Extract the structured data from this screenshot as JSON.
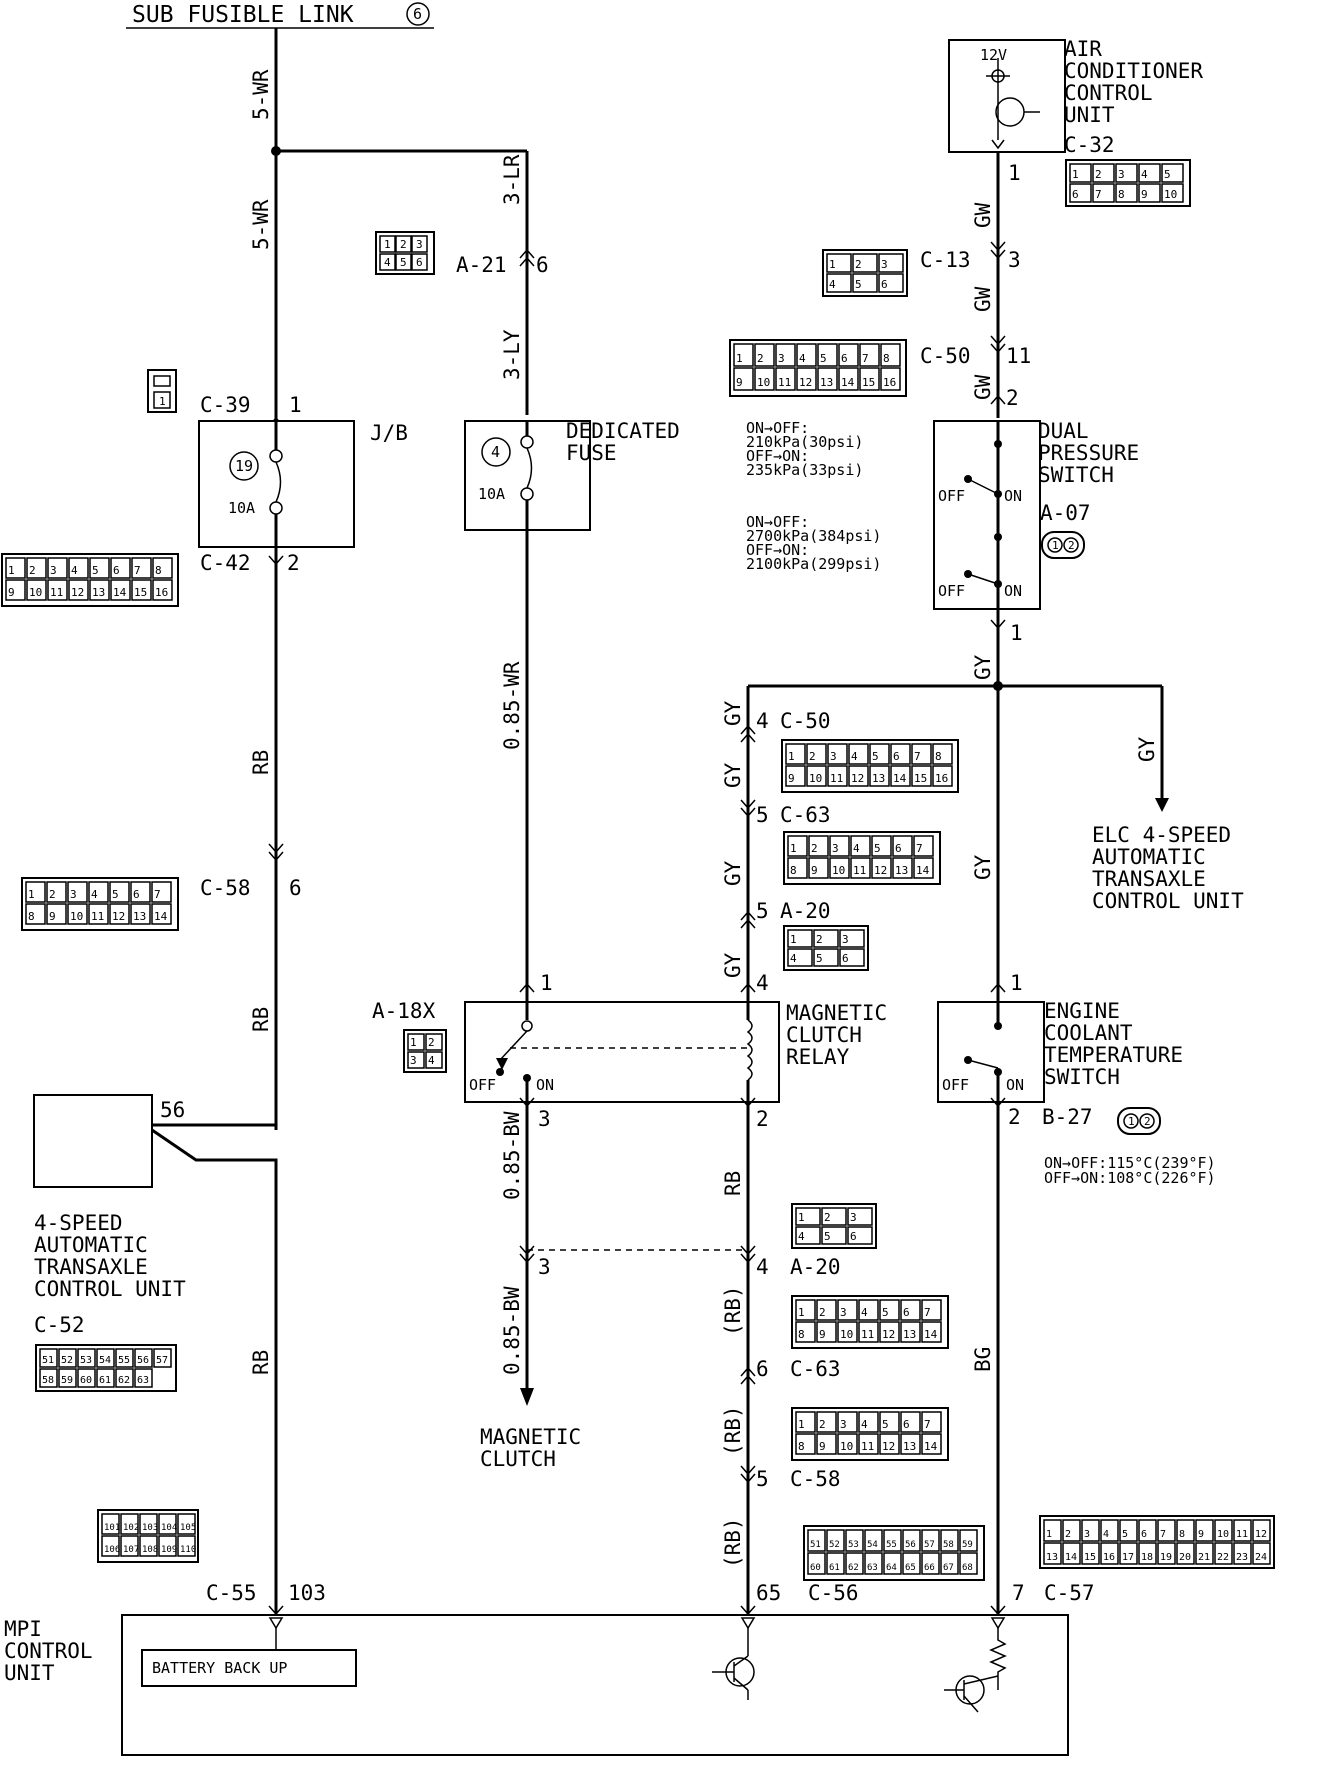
{
  "header": {
    "sub_fusible_link": "SUB FUSIBLE LINK",
    "link_no": "6"
  },
  "wires": {
    "w5wr_a": "5-WR",
    "w5wr_b": "5-WR",
    "w3lr": "3-LR",
    "w3ly": "3-LY",
    "w085wr": "0.85-WR",
    "rb1": "RB",
    "rb2": "RB",
    "rb3": "RB",
    "w085bw1": "0.85-BW",
    "w085bw2": "0.85-BW",
    "rb_relay": "RB",
    "prb1": "(RB)",
    "prb2": "(RB)",
    "prb3": "(RB)",
    "gw1": "GW",
    "gw2": "GW",
    "gw3": "GW",
    "gy1": "GY",
    "gy2": "GY",
    "gy_branch": "GY",
    "gy_c50": "GY",
    "gy_c63": "GY",
    "gy_a20": "GY",
    "gy_ect": "GY",
    "bg": "BG"
  },
  "connectors": {
    "a21": "A-21",
    "a21_pin": "6",
    "c39": "C-39",
    "c39_pin": "1",
    "c42": "C-42",
    "c42_pin": "2",
    "c58_left": "C-58",
    "c58_left_pin": "6",
    "c13": "C-13",
    "c13_pin": "3",
    "c50_top": "C-50",
    "c50_top_pin": "11",
    "c50_top_pin2": "2",
    "c32": "C-32",
    "c32_pin": "1",
    "a07": "A-07",
    "dps_out_pin": "1",
    "c50_mid": "C-50",
    "c50_mid_pin": "4",
    "c63_top": "C-63",
    "c63_top_pin": "5",
    "a20_top": "A-20",
    "a20_top_pin": "5",
    "relay_pin4": "4",
    "relay_pin1": "1",
    "relay_pin3": "3",
    "relay_pin2": "2",
    "a18x": "A-18X",
    "ect_pin1": "1",
    "b27": "B-27",
    "b27_pin": "2",
    "a20_bot": "A-20",
    "a20_bot_pin": "4",
    "pin3_b": "3",
    "c63_bot": "C-63",
    "c63_bot_pin": "6",
    "c58_bot": "C-58",
    "c58_bot_pin": "5",
    "c55": "C-55",
    "c55_pin": "103",
    "c56": "C-56",
    "c56_pin": "65",
    "c57": "C-57",
    "c57_pin": "7",
    "c52": "C-52",
    "tcu_pin": "56"
  },
  "components": {
    "jb": {
      "label": "J/B",
      "fuse_no": "19",
      "rating": "10A"
    },
    "dedicated_fuse": {
      "line1": "DEDICATED",
      "line2": "FUSE",
      "fuse_no": "4",
      "rating": "10A"
    },
    "ac_unit": {
      "voltage": "12V",
      "line1": "AIR",
      "line2": "CONDITIONER",
      "line3": "CONTROL",
      "line4": "UNIT"
    },
    "dual_pressure": {
      "line1": "DUAL",
      "line2": "PRESSURE",
      "line3": "SWITCH",
      "spec1a": "ON→OFF:",
      "spec1b": "210kPa(30psi)",
      "spec1c": "OFF→ON:",
      "spec1d": "235kPa(33psi)",
      "spec2a": "ON→OFF:",
      "spec2b": "2700kPa(384psi)",
      "spec2c": "OFF→ON:",
      "spec2d": "2100kPa(299psi)",
      "off": "OFF",
      "on": "ON"
    },
    "relay": {
      "line1": "MAGNETIC",
      "line2": "CLUTCH",
      "line3": "RELAY",
      "off": "OFF",
      "on": "ON"
    },
    "ect": {
      "line1": "ENGINE",
      "line2": "COOLANT",
      "line3": "TEMPERATURE",
      "line4": "SWITCH",
      "spec1": "ON→OFF:115°C(239°F)",
      "spec2": "OFF→ON:108°C(226°F)",
      "off": "OFF",
      "on": "ON"
    },
    "elc": {
      "line1": "ELC 4-SPEED",
      "line2": "AUTOMATIC",
      "line3": "TRANSAXLE",
      "line4": "CONTROL UNIT"
    },
    "tcu": {
      "line1": "4-SPEED",
      "line2": "AUTOMATIC",
      "line3": "TRANSAXLE",
      "line4": "CONTROL UNIT"
    },
    "clutch": {
      "line1": "MAGNETIC",
      "line2": "CLUTCH"
    },
    "mpi": {
      "line1": "MPI",
      "line2": "CONTROL",
      "line3": "UNIT",
      "battery": "BATTERY BACK UP"
    }
  },
  "connector_faces": {
    "a21_face": [
      "1",
      "2",
      "3",
      "4",
      "5",
      "6"
    ],
    "c39_face": [
      "1"
    ],
    "c42_face": [
      "1",
      "2",
      "3",
      "4",
      "5",
      "6",
      "7",
      "8",
      "9",
      "10",
      "11",
      "12",
      "13",
      "14",
      "15",
      "16"
    ],
    "c58_face": [
      "1",
      "2",
      "3",
      "4",
      "5",
      "6",
      "7",
      "8",
      "9",
      "10",
      "11",
      "12",
      "13",
      "14"
    ],
    "c32_face": [
      "1",
      "2",
      "3",
      "4",
      "5",
      "6",
      "7",
      "8",
      "9",
      "10"
    ],
    "c13_face": [
      "1",
      "2",
      "3",
      "4",
      "5",
      "6"
    ],
    "c50_face": [
      "1",
      "2",
      "3",
      "4",
      "5",
      "6",
      "7",
      "8",
      "9",
      "10",
      "11",
      "12",
      "13",
      "14",
      "15",
      "16"
    ],
    "a07_face": [
      "1",
      "2"
    ],
    "c63_face": [
      "1",
      "2",
      "3",
      "4",
      "5",
      "6",
      "7",
      "8",
      "9",
      "10",
      "11",
      "12",
      "13",
      "14"
    ],
    "a20_face": [
      "1",
      "2",
      "3",
      "4",
      "5",
      "6"
    ],
    "a18x_face": [
      "1",
      "2",
      "3",
      "4"
    ],
    "b27_face": [
      "1",
      "2"
    ],
    "c52_face": [
      "51",
      "52",
      "53",
      "54",
      "55",
      "56",
      "57",
      "58",
      "59",
      "60",
      "61",
      "62",
      "63"
    ],
    "c55_face": [
      "101",
      "102",
      "103",
      "104",
      "105",
      "106",
      "107",
      "108",
      "109",
      "110"
    ],
    "c56_face": [
      "51",
      "52",
      "53",
      "54",
      "55",
      "56",
      "57",
      "58",
      "59",
      "60",
      "61",
      "62",
      "63",
      "64",
      "65",
      "66",
      "67",
      "68"
    ],
    "c57_face": [
      "1",
      "2",
      "3",
      "4",
      "5",
      "6",
      "7",
      "8",
      "9",
      "10",
      "11",
      "12",
      "13",
      "14",
      "15",
      "16",
      "17",
      "18",
      "19",
      "20",
      "21",
      "22",
      "23",
      "24"
    ]
  }
}
